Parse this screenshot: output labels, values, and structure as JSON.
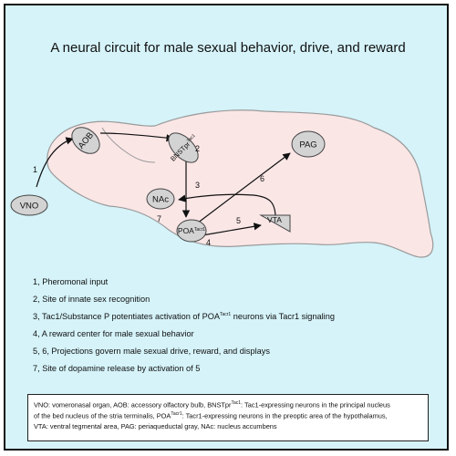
{
  "title": "A neural circuit for male sexual behavior, drive, and reward",
  "nodes": {
    "vno": "VNO",
    "aob": "AOB",
    "bnstpr": "BNSTpr",
    "bnstpr_sup": "Tac1",
    "nac": "NAc",
    "poa": "POA",
    "poa_sup": "Tacr1",
    "vta": "VTA",
    "pag": "PAG"
  },
  "arrow_numbers": [
    "1",
    "2",
    "3",
    "4",
    "5",
    "6",
    "7"
  ],
  "notes": [
    {
      "text": "1, Pheromonal input"
    },
    {
      "text": "2, Site of innate sex recognition"
    },
    {
      "text": "3, Tac1/Substance P potentiates activation of POA",
      "sup": "Tacr1",
      "after": " neurons via Tacr1 signaling"
    },
    {
      "text": "4, A reward center for male sexual behavior"
    },
    {
      "text": "5, 6, Projections govern male sexual drive, reward, and displays"
    },
    {
      "text": "7, Site of dopamine release by activation of 5"
    }
  ],
  "glossary": {
    "line1_a": "VNO: vomeronasal organ,  AOB: accessory olfactory bulb,  BNSTpr",
    "line1_sup": "Tac1",
    "line1_b": ": Tac1-expressing neurons in the principal nucleus",
    "line2_a": "of the bed nucleus of the stria terminalis,  POA",
    "line2_sup": "Tacr1",
    "line2_b": ": Tacr1-expressing neurons in the preoptic area of the hypothalamus,",
    "line3": "VTA: ventral tegmental area,  PAG: periaqueductal gray,  NAc: nucleus accumbens"
  }
}
